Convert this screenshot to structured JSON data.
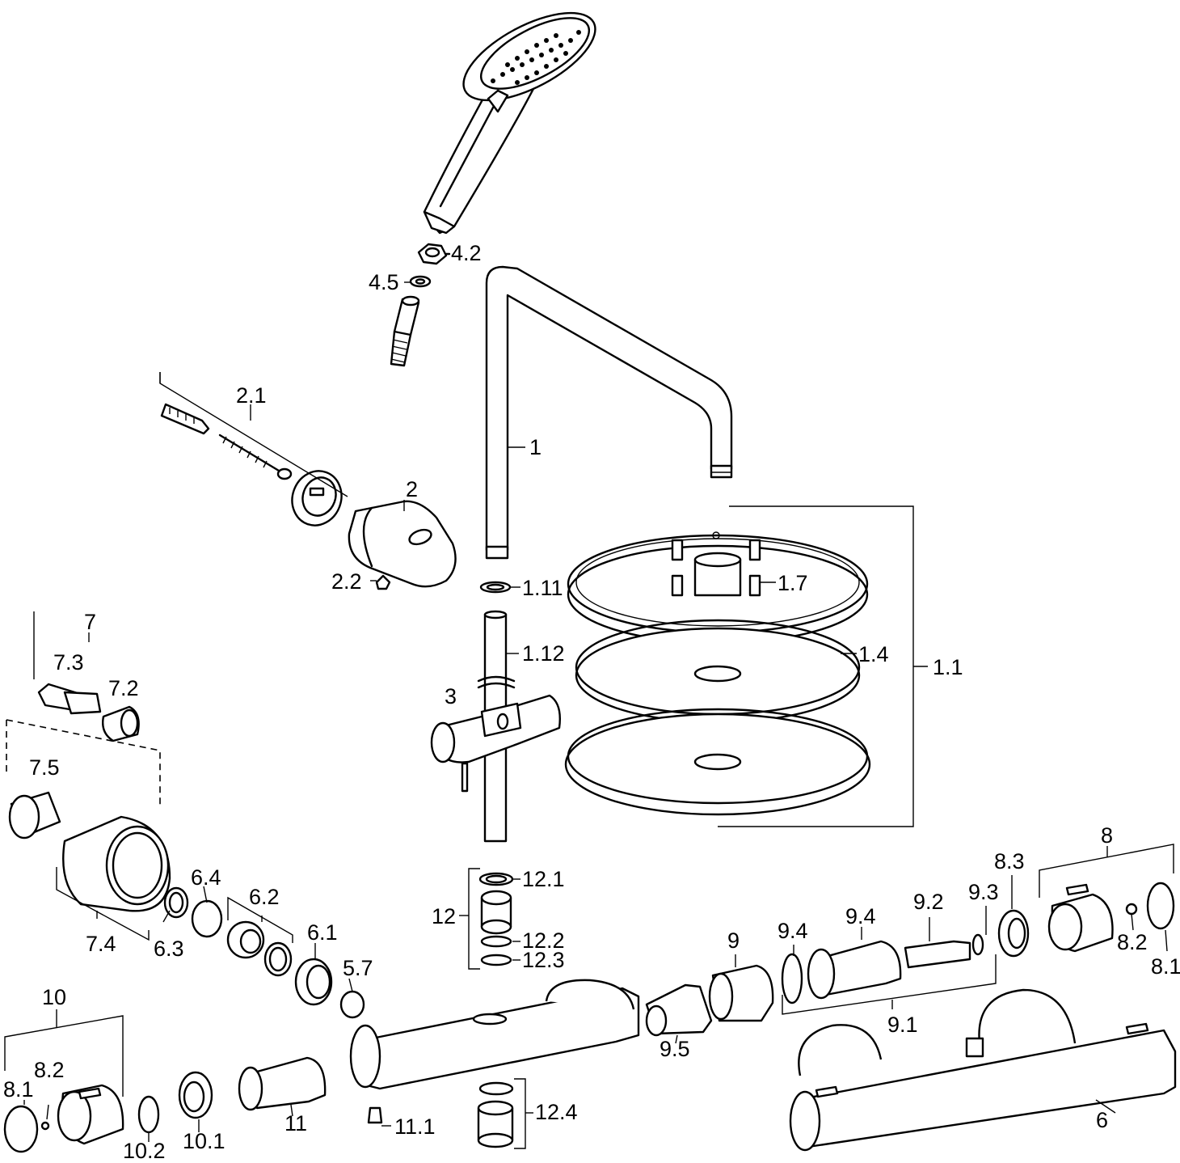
{
  "labels": {
    "p1": "1",
    "p1_1": "1.1",
    "p1_4": "1.4",
    "p1_7": "1.7",
    "p1_11": "1.11",
    "p1_12": "1.12",
    "p2": "2",
    "p2_1": "2.1",
    "p2_2": "2.2",
    "p3": "3",
    "p4_2": "4.2",
    "p4_5": "4.5",
    "p5_7": "5.7",
    "p6": "6",
    "p6_1": "6.1",
    "p6_2": "6.2",
    "p6_3": "6.3",
    "p6_4": "6.4",
    "p7": "7",
    "p7_2": "7.2",
    "p7_3": "7.3",
    "p7_4": "7.4",
    "p7_5": "7.5",
    "p8": "8",
    "p8_1a": "8.1",
    "p8_1b": "8.1",
    "p8_2a": "8.2",
    "p8_2b": "8.2",
    "p8_3": "8.3",
    "p9": "9",
    "p9_1": "9.1",
    "p9_2": "9.2",
    "p9_3": "9.3",
    "p9_4a": "9.4",
    "p9_4b": "9.4",
    "p9_5": "9.5",
    "p10": "10",
    "p10_1": "10.1",
    "p10_2": "10.2",
    "p11": "11",
    "p11_1": "11.1",
    "p12": "12",
    "p12_1": "12.1",
    "p12_2": "12.2",
    "p12_3": "12.3",
    "p12_4": "12.4"
  }
}
